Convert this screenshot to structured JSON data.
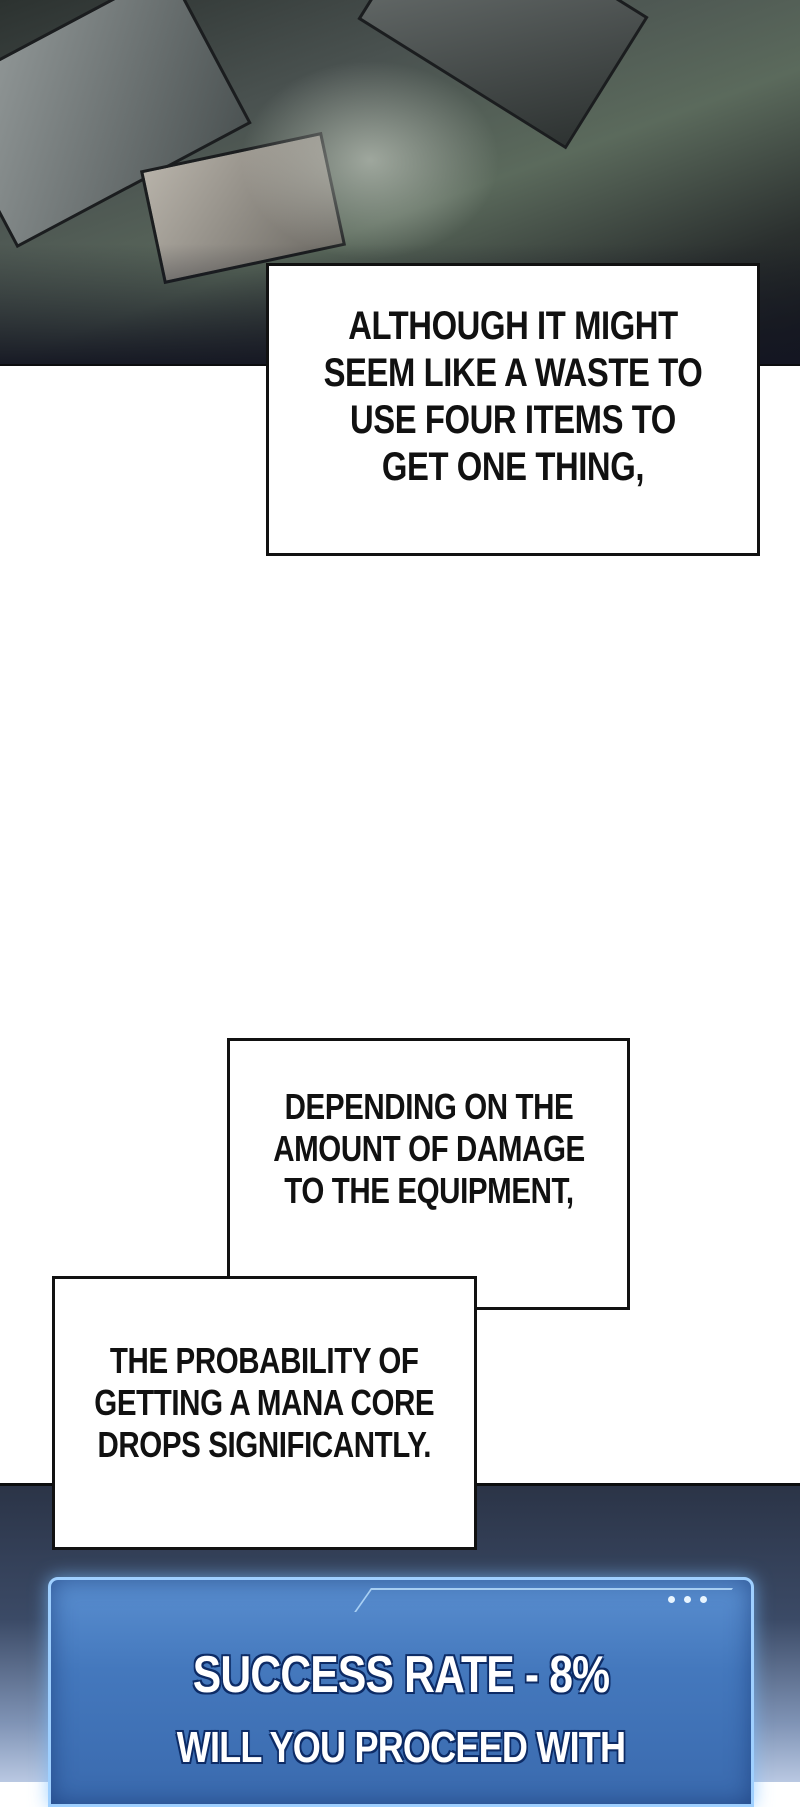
{
  "bubbles": {
    "first": "ALTHOUGH IT MIGHT\nSEEM LIKE A WASTE TO\nUSE FOUR ITEMS TO\nGET ONE THING,",
    "second": "DEPENDING ON THE\nAMOUNT OF DAMAGE\nTO THE EQUIPMENT,",
    "third": "THE PROBABILITY OF\nGETTING A MANA CORE\nDROPS SIGNIFICANTLY."
  },
  "system_window": {
    "title": "SUCCESS RATE - 8%",
    "question": "WILL YOU PROCEED WITH",
    "dot_count": 3
  },
  "colors": {
    "system_blue": "#4478bd",
    "system_glow": "#9fd0ff"
  }
}
